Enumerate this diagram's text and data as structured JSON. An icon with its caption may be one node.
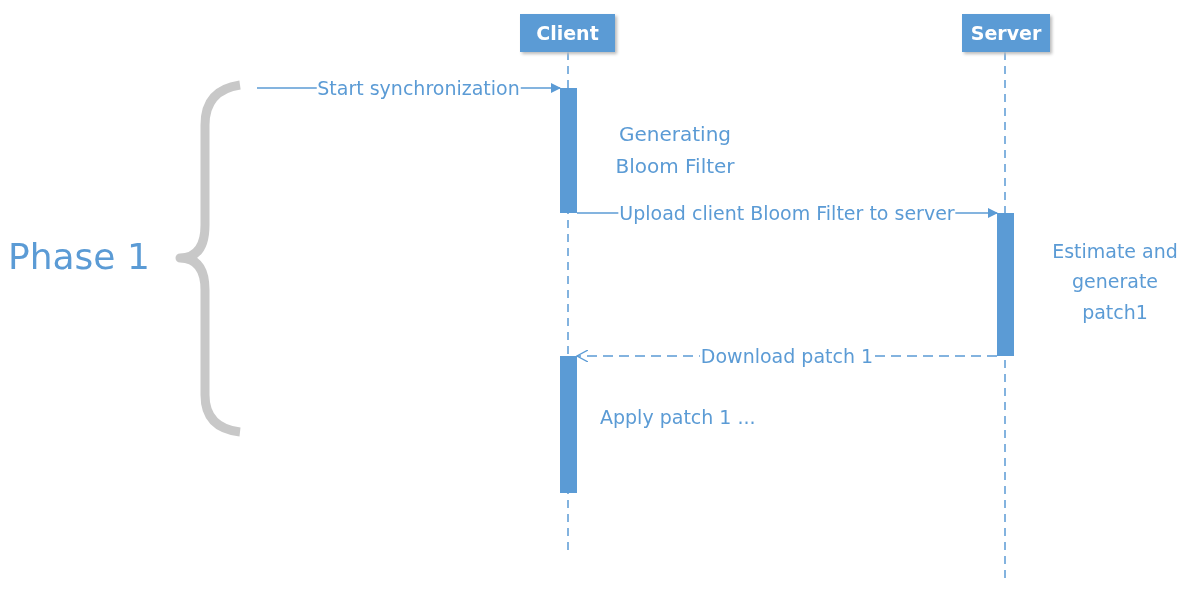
{
  "diagram": {
    "nodes": [
      {
        "text": [
          "Client"
        ]
      },
      {
        "text": [
          "Server"
        ]
      },
      {
        "text": [],
        "shape": "bar"
      },
      {
        "text": [],
        "shape": "bar"
      },
      {
        "text": [],
        "shape": "bar"
      }
    ],
    "edges": [
      {
        "from": null,
        "to": 2,
        "arrow": "to",
        "label": "Start synchronization"
      },
      {
        "from": 2,
        "to": 3,
        "arrow": "to",
        "label": "Upload client Bloom Filter to server"
      },
      {
        "from": 3,
        "to": 4,
        "arrow": "to",
        "label": "Download patch 1",
        "style": "dashed"
      }
    ],
    "labels": [
      "Phase 1",
      "Generating Bloom Filter",
      "Estimate and generate patch1",
      "Apply patch 1 ..."
    ]
  }
}
